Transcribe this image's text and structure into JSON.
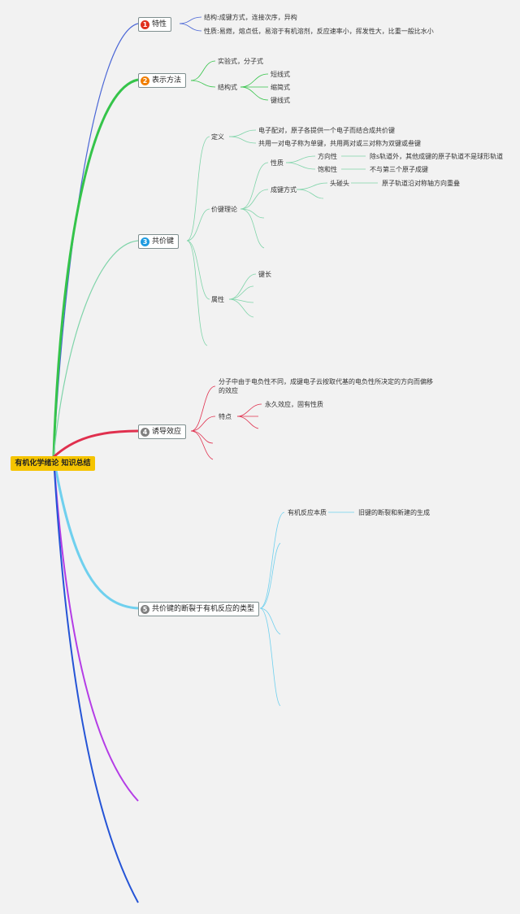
{
  "root": {
    "label": "有机化学绪论 知识总结"
  },
  "topics": [
    {
      "number": "1",
      "label": "特性",
      "badge_color": "#e0301e",
      "children": [
        "结构:成键方式，连接次序，异构",
        "性质:易燃，熔点低，易溶于有机溶剂，反应速率小，挥发性大，比重一般比水小"
      ]
    },
    {
      "number": "2",
      "label": "表示方法",
      "badge_color": "#f07d00",
      "children": [
        "实验式，分子式",
        "结构式",
        "短线式",
        "缩简式",
        "键线式"
      ]
    },
    {
      "number": "3",
      "label": "共价键",
      "badge_color": "#1e9be0",
      "children": [
        "定义",
        "电子配对，原子各提供一个电子而结合成共价键",
        "共用一对电子称为单键，共用两对或三对称为双键或叁键",
        "价键理论",
        "性质",
        "方向性",
        "除s轨道外，其他成键的原子轨道不是球形轨道",
        "饱和性",
        "不与第三个原子成键",
        "成键方式",
        "头碰头",
        "原子轨道沿对称轴方向重叠",
        "属性",
        "键长"
      ]
    },
    {
      "number": "4",
      "label": "诱导效应",
      "badge_color": "#808080",
      "children": [
        "分子中由于电负性不同，成键电子云按取代基的电负性所决定的方向而偏移的效应",
        "特点",
        "永久效应，固有性质"
      ]
    },
    {
      "number": "5",
      "label": "共价键的断裂于有机反应的类型",
      "badge_color": "#808080",
      "children": [
        "有机反应本质",
        "旧键的断裂和新建的生成"
      ]
    }
  ],
  "colors": {
    "topic1": "#4a66d6",
    "topic2": "#35c44a",
    "topic3": "#7fd4a9",
    "topic4": "#e0304e",
    "topic5": "#6fd0ee",
    "branch6": "#b43ce6",
    "branch7": "#2554d6",
    "root_bg": "#f5c400"
  }
}
